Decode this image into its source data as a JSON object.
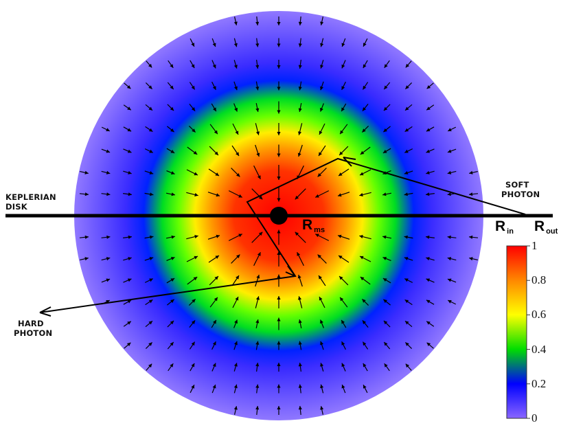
{
  "labels": {
    "keplerian_line1": "KEPLERIAN",
    "keplerian_line2": "DISK",
    "soft_line1": "SOFT",
    "soft_line2": "PHOTON",
    "hard_line1": "HARD",
    "hard_line2": "PHOTON"
  },
  "radii": {
    "rms_main": "R",
    "rms_sub": "ms",
    "rin_main": "R",
    "rin_sub": "in",
    "rout_main": "R",
    "rout_sub": "out"
  },
  "colorbar": {
    "ticks": [
      "1",
      "0.8",
      "0.6",
      "0.4",
      "0.2",
      "0"
    ],
    "tick_values": [
      1,
      0.8,
      0.6,
      0.4,
      0.2,
      0
    ],
    "colors": [
      "#8a66ff",
      "#0000ff",
      "#00ff00",
      "#ffff00",
      "#ff8800",
      "#ff0000"
    ]
  },
  "chart_data": {
    "type": "heatmap",
    "colorbar_range": [
      0,
      1
    ],
    "colorbar_ticks": [
      0,
      0.2,
      0.4,
      0.6,
      0.8,
      1
    ]
  }
}
